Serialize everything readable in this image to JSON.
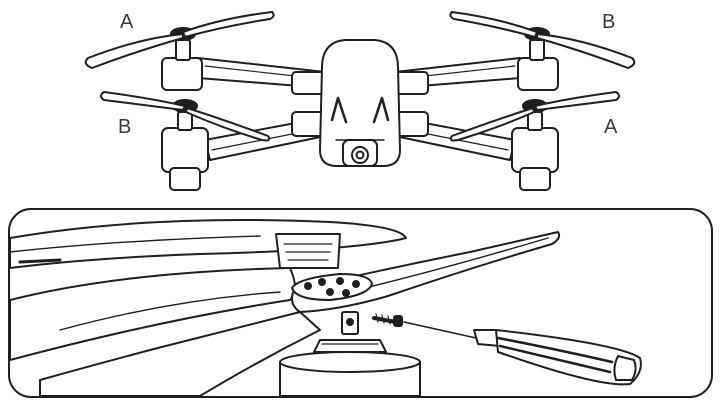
{
  "figure": {
    "labels": {
      "front_left": "A",
      "front_right": "B",
      "rear_left": "B",
      "rear_right": "A"
    }
  },
  "icons": {
    "drone": "drone-illustration-icon",
    "propeller": "propeller-icon",
    "motor": "motor-icon",
    "screw": "screw-icon",
    "screwdriver": "screwdriver-icon"
  },
  "colors": {
    "line": "#1f1f1f",
    "fill": "#ffffff",
    "shade": "#d9d9d9"
  }
}
